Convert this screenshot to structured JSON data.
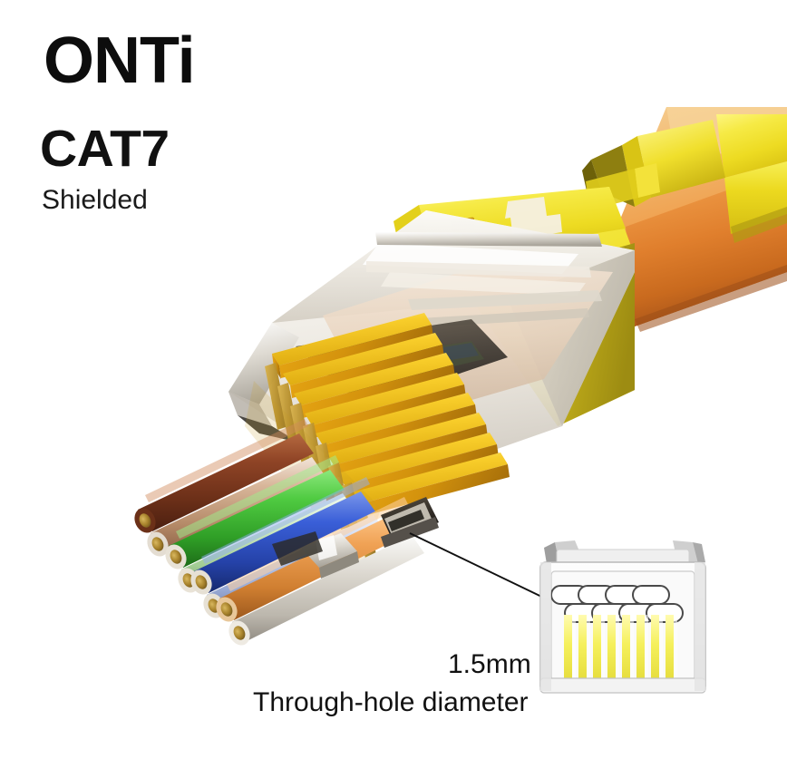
{
  "product": {
    "brand": "ONTi",
    "category": "CAT7",
    "shielding": "Shielded"
  },
  "callout": {
    "value": "1.5mm",
    "label": "Through-hole diameter"
  },
  "colors": {
    "background": "#ffffff",
    "brand_text": "#0d0d0d",
    "brand_accent_dot": "#d6143c",
    "heading_text": "#111111",
    "shield_yellow_top": "#f2e73f",
    "shield_yellow_face": "#e8d41c",
    "shield_gold_side": "#b8a518",
    "housing_clear": "#e9e6df",
    "pin_gold": "#f5c518",
    "pin_gold_dark": "#c68f12",
    "cable_jacket_orange": "#e8853a",
    "leader_line": "#111111",
    "inset_body": "#f2f2f2",
    "inset_outline": "#b9b9b9",
    "inset_pin_yellow": "#f2ef62"
  },
  "wires": [
    {
      "name": "brown",
      "color": "#8a4024",
      "stripe": "none"
    },
    {
      "name": "white-brown",
      "color": "#c9a48c",
      "stripe": "white"
    },
    {
      "name": "green",
      "color": "#4cc340",
      "stripe": "none"
    },
    {
      "name": "white-green",
      "color": "#b8dfae",
      "stripe": "white"
    },
    {
      "name": "blue",
      "color": "#3258d4",
      "stripe": "none"
    },
    {
      "name": "white-blue",
      "color": "#a9bce8",
      "stripe": "white"
    },
    {
      "name": "orange",
      "color": "#eb9b4e",
      "stripe": "none"
    },
    {
      "name": "white-orange",
      "color": "#d9d6cf",
      "stripe": "white"
    }
  ],
  "connector": {
    "type": "RJ45 pass-through shielded plug",
    "pin_count": 8,
    "through_hole_count": 8,
    "through_hole_diameter_mm": 1.5
  },
  "inset": {
    "view": "front-face",
    "pin_count": 8,
    "hole_count": 8
  },
  "icons": {
    "leader": "leader-line"
  }
}
